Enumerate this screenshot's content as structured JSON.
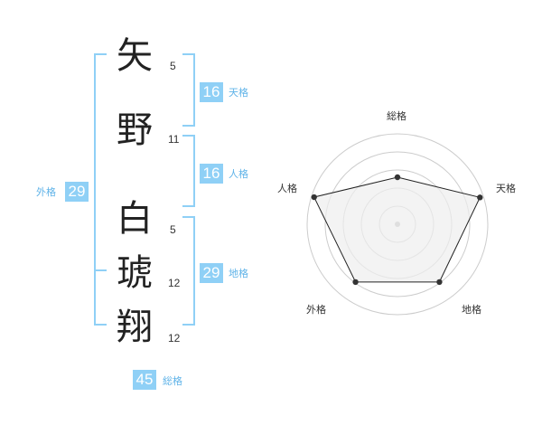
{
  "name": {
    "characters": [
      {
        "char": "矢",
        "strokes": "5"
      },
      {
        "char": "野",
        "strokes": "11"
      },
      {
        "char": "白",
        "strokes": "5"
      },
      {
        "char": "琥",
        "strokes": "12"
      },
      {
        "char": "翔",
        "strokes": "12"
      }
    ]
  },
  "fortunes": {
    "tenkaku": {
      "value": "16",
      "label": "天格"
    },
    "jinkaku": {
      "value": "16",
      "label": "人格"
    },
    "chikaku": {
      "value": "29",
      "label": "地格"
    },
    "gaikaku": {
      "value": "29",
      "label": "外格"
    },
    "soukaku": {
      "value": "45",
      "label": "総格"
    }
  },
  "radar": {
    "labels": {
      "top": "総格",
      "right": "天格",
      "bottom_right": "地格",
      "bottom_left": "外格",
      "left": "人格"
    },
    "levels": 5,
    "values": {
      "top": 0.52,
      "right": 0.96,
      "bottom_right": 0.79,
      "bottom_left": 0.79,
      "left": 0.97
    },
    "colors": {
      "fill": "#eeeeee",
      "stroke": "#222222",
      "grid": "#cccccc",
      "point": "#333333"
    }
  }
}
